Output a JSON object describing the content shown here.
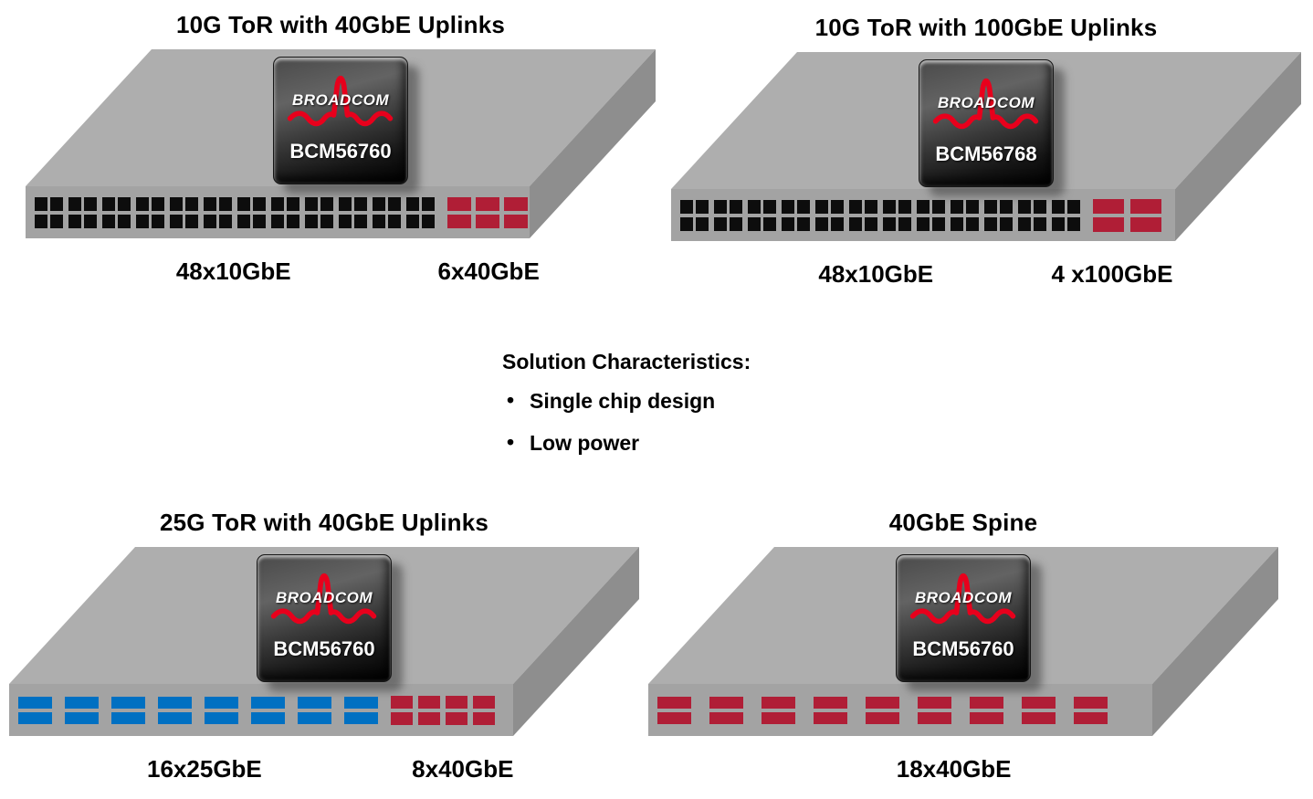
{
  "colors": {
    "port_10g": "#0d0d0d",
    "port_40g": "#b01e36",
    "port_100g": "#b01e36",
    "port_25g": "#0070c2",
    "logo_red": "#e8001c",
    "chassis_top": "#aeaeae",
    "chassis_front": "#a3a3a3",
    "chassis_side": "#8e8e8e"
  },
  "solution": {
    "title": "Solution Characteristics:",
    "bullets": [
      "Single chip design",
      "Low power"
    ]
  },
  "switches": [
    {
      "title": "10G ToR with 40GbE Uplinks",
      "brand": "BROADCOM",
      "chip_model": "BCM56760",
      "port_groups": [
        {
          "name": "48x10GbE",
          "count": 48,
          "rows": 2,
          "type": "p-sq",
          "color_key": "port_10g",
          "paired": true
        },
        {
          "name": "6x40GbE",
          "count": 6,
          "rows": 2,
          "type": "p-wide3",
          "color_key": "port_40g",
          "gap": 5
        }
      ],
      "labels": [
        {
          "text": "48x10GbE"
        },
        {
          "text": "6x40GbE"
        }
      ]
    },
    {
      "title": "10G ToR with 100GbE Uplinks",
      "brand": "BROADCOM",
      "chip_model": "BCM56768",
      "port_groups": [
        {
          "name": "48x10GbE",
          "count": 48,
          "rows": 2,
          "type": "p-sq",
          "color_key": "port_10g",
          "paired": true
        },
        {
          "name": "4x100GbE",
          "count": 4,
          "rows": 2,
          "type": "p-wide4",
          "color_key": "port_100g",
          "gap": 7
        }
      ],
      "labels": [
        {
          "text": "48x10GbE"
        },
        {
          "text": "4 x100GbE"
        }
      ]
    },
    {
      "title": "25G ToR with 40GbE Uplinks",
      "brand": "BROADCOM",
      "chip_model": "BCM56760",
      "port_groups": [
        {
          "name": "16x25GbE",
          "count": 16,
          "rows": 2,
          "type": "p-wide5",
          "color_key": "port_25g",
          "gap": 14
        },
        {
          "name": "8x40GbE",
          "count": 8,
          "rows": 2,
          "type": "p-sq2",
          "color_key": "port_40g",
          "gap": 6
        }
      ],
      "labels": [
        {
          "text": "16x25GbE"
        },
        {
          "text": "8x40GbE"
        }
      ]
    },
    {
      "title": "40GbE Spine",
      "brand": "BROADCOM",
      "chip_model": "BCM56760",
      "port_groups": [
        {
          "name": "18x40GbE",
          "count": 18,
          "rows": 2,
          "type": "p-wide5",
          "color_key": "port_40g",
          "gap": 20
        }
      ],
      "labels": [
        {
          "text": "18x40GbE"
        }
      ]
    }
  ]
}
